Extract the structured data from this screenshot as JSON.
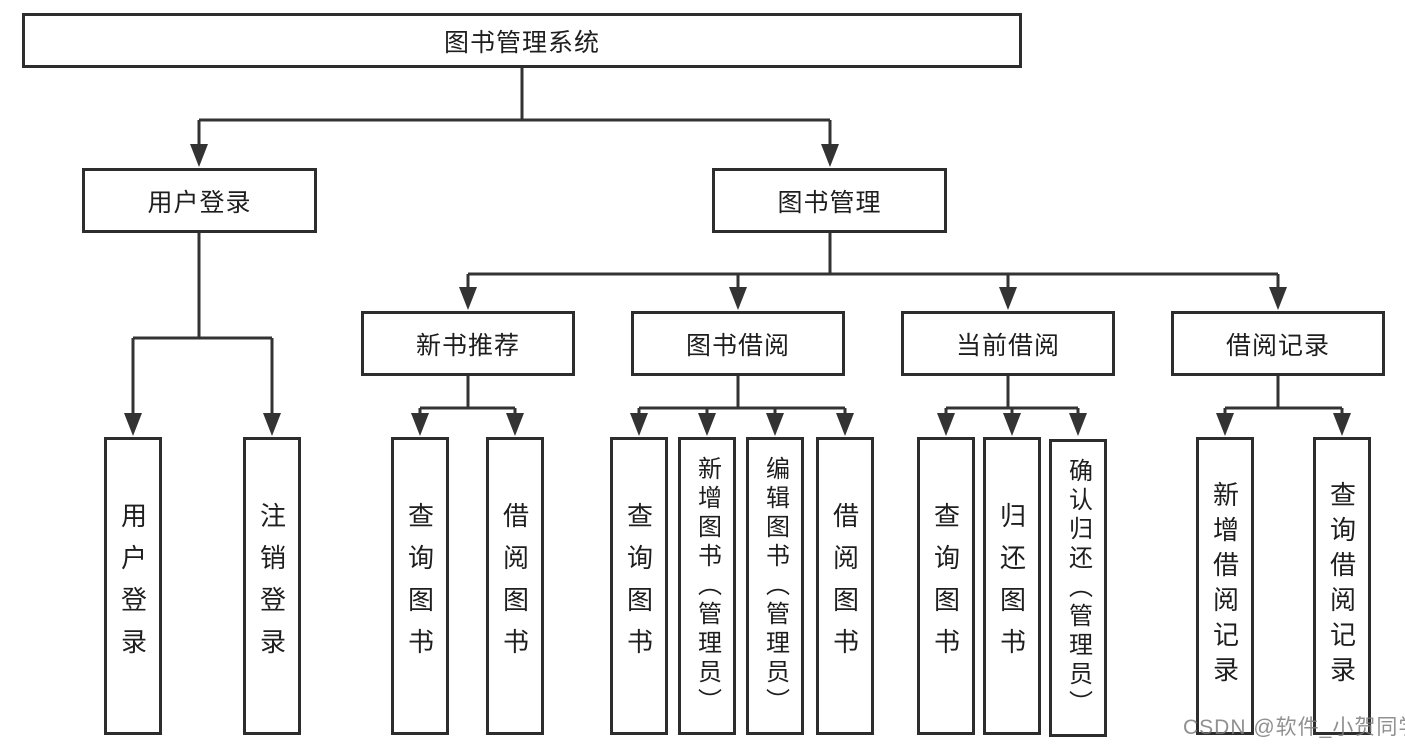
{
  "tree": {
    "label": "图书管理系统",
    "children": [
      {
        "label": "用户登录",
        "children": [
          {
            "label": "用户登录"
          },
          {
            "label": "注销登录"
          }
        ]
      },
      {
        "label": "图书管理",
        "children": [
          {
            "label": "新书推荐",
            "children": [
              {
                "label": "查询图书"
              },
              {
                "label": "借阅图书"
              }
            ]
          },
          {
            "label": "图书借阅",
            "children": [
              {
                "label": "查询图书"
              },
              {
                "label": "新增图书（管理员）"
              },
              {
                "label": "编辑图书（管理员）"
              },
              {
                "label": "借阅图书"
              }
            ]
          },
          {
            "label": "当前借阅",
            "children": [
              {
                "label": "查询图书"
              },
              {
                "label": "归还图书"
              },
              {
                "label": "确认归还（管理员）"
              }
            ]
          },
          {
            "label": "借阅记录",
            "children": [
              {
                "label": "新增借阅记录"
              },
              {
                "label": "查询借阅记录"
              }
            ]
          }
        ]
      }
    ]
  },
  "watermark": "CSDN @软件_小贺同学",
  "colors": {
    "line": "#333333",
    "box_border": "#2d2d2d",
    "background": "#ffffff",
    "watermark": "#7d7d7d"
  }
}
